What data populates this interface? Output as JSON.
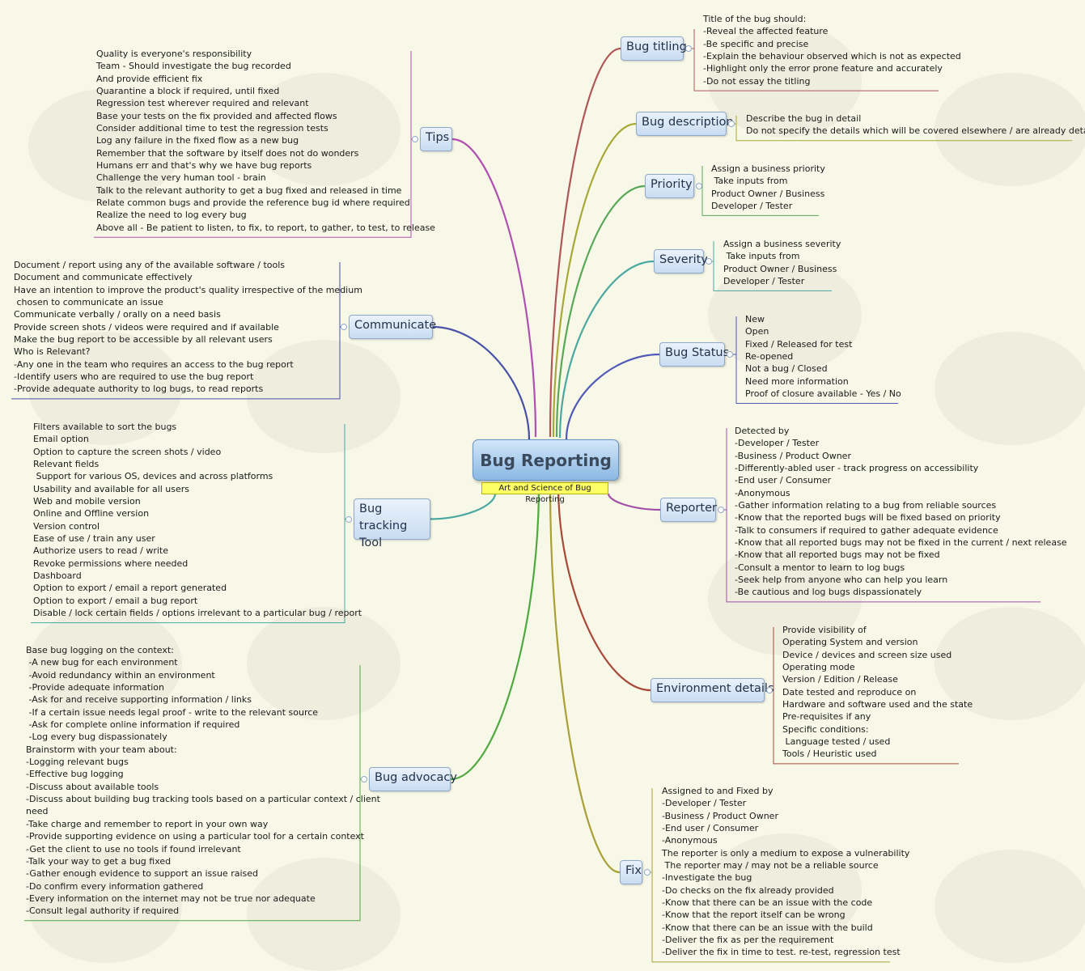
{
  "central": {
    "title": "Bug Reporting",
    "subtitle": "Art and Science of Bug Reporting"
  },
  "branches": [
    {
      "key": "bug-titling",
      "label": "Bug titling",
      "color": "#b05858",
      "notes": [
        "Title of the bug should:",
        "-Reveal the affected feature",
        "-Be specific and precise",
        "-Explain the behaviour observed which is not as expected",
        "-Highlight only the error prone feature and accurately",
        "-Do not essay the titling"
      ]
    },
    {
      "key": "bug-description",
      "label": "Bug description",
      "color": "#a8a838",
      "notes": [
        "Describe the bug in detail",
        "Do not specify the details which will be covered elsewhere / are already detailed"
      ]
    },
    {
      "key": "priority",
      "label": "Priority",
      "color": "#58a858",
      "notes": [
        "Assign a business priority",
        " Take inputs from",
        "Product Owner / Business",
        "Developer / Tester"
      ]
    },
    {
      "key": "severity",
      "label": "Severity",
      "color": "#4aa8a0",
      "notes": [
        "Assign a business severity",
        " Take inputs from",
        "Product Owner / Business",
        "Developer / Tester"
      ]
    },
    {
      "key": "bug-status",
      "label": "Bug Status",
      "color": "#5058b8",
      "notes": [
        "New",
        "Open",
        "Fixed / Released for test",
        "Re-opened",
        "Not a bug / Closed",
        "Need more information",
        "Proof of closure available - Yes / No"
      ]
    },
    {
      "key": "reporter",
      "label": "Reporter",
      "color": "#a050a8",
      "notes": [
        "Detected by",
        "-Developer / Tester",
        "-Business / Product Owner",
        "-Differently-abled user - track progress on accessibility",
        "-End user / Consumer",
        "-Anonymous",
        "-Gather information relating to a bug from reliable sources",
        "-Know that the reported bugs will be fixed based on priority",
        "-Talk to consumers if required to gather adequate evidence",
        "-Know that all reported bugs may not be fixed in the current / next release",
        "-Know that all reported bugs may not be fixed",
        "-Consult a mentor to learn to log bugs",
        "-Seek help from anyone who can help you learn",
        "-Be cautious and log bugs dispassionately"
      ]
    },
    {
      "key": "environment-details",
      "label": "Environment details",
      "color": "#a84838",
      "notes": [
        "Provide visibility of",
        "Operating System and version",
        "Device / devices and screen size used",
        "Operating mode",
        "Version / Edition / Release",
        "Date tested and reproduce on",
        "Hardware and software used and the state",
        "Pre-requisites if any",
        "Specific conditions:",
        " Language tested / used",
        "Tools / Heuristic used"
      ]
    },
    {
      "key": "fix",
      "label": "Fix",
      "color": "#a8a038",
      "notes": [
        "Assigned to and Fixed by",
        "-Developer / Tester",
        "-Business / Product Owner",
        "-End user / Consumer",
        "-Anonymous",
        "The reporter is only a medium to expose a vulnerability",
        " The reporter may / may not be a reliable source",
        "-Investigate the bug",
        "-Do checks on the fix already provided",
        "-Know that there can be an issue with the code",
        "-Know that the report itself can be wrong",
        "-Know that there can be an issue with the build",
        "-Deliver the fix as per the requirement",
        "-Deliver the fix in time to test. re-test, regression test"
      ]
    },
    {
      "key": "bug-advocacy",
      "label": "Bug advocacy",
      "color": "#50a840",
      "notes": [
        "Base bug logging on the context:",
        " -A new bug for each environment",
        " -Avoid redundancy within an environment",
        " -Provide adequate information",
        " -Ask for and receive supporting information / links",
        " -If a certain issue needs legal proof - write to the relevant source",
        " -Ask for complete online information if required",
        " -Log every bug dispassionately",
        "Brainstorm with your team about:",
        "-Logging relevant bugs",
        "-Effective bug logging",
        "-Discuss about available tools",
        "-Discuss about building bug tracking tools based on a particular context / client",
        "need",
        "-Take charge and remember to report in your own way",
        "-Provide supporting evidence on using a particular tool for a certain context",
        "-Get the client to use no tools if found irrelevant",
        "-Talk your way to get a bug fixed",
        "-Gather enough evidence to support an issue raised",
        "-Do confirm every information gathered",
        "-Every information on the internet may not be true nor adequate",
        "-Consult legal authority if required"
      ]
    },
    {
      "key": "bug-tracking-tool",
      "label": "Bug tracking Tool",
      "color": "#48a8a0",
      "notes": [
        "Filters available to sort the bugs",
        "Email option",
        "Option to capture the screen shots / video",
        "Relevant fields",
        " Support for various OS, devices and across platforms",
        "Usability and available for all users",
        "Web and mobile version",
        "Online and Offline version",
        "Version control",
        "Ease of use / train any user",
        "Authorize users to read / write",
        "Revoke permissions where needed",
        "Dashboard",
        "Option to export / email a report generated",
        "Option to export / email a bug report",
        "Disable / lock certain fields / options irrelevant to a particular bug / report"
      ]
    },
    {
      "key": "communicate",
      "label": "Communicate",
      "color": "#4850a8",
      "notes": [
        "Document / report using any of the available software / tools",
        "Document and communicate effectively",
        "Have an intention to improve the product's quality irrespective of the medium",
        " chosen to communicate an issue",
        "Communicate verbally / orally on a need basis",
        "Provide screen shots / videos were required and if available",
        "Make the bug report to be accessible by all relevant users",
        "Who is Relevant?",
        "-Any one in the team who requires an access to the bug report",
        "-Identify users who are required to use the bug report",
        "-Provide adequate authority to log bugs, to read reports"
      ]
    },
    {
      "key": "tips",
      "label": "Tips",
      "color": "#b050b0",
      "notes": [
        "Quality is everyone's responsibility",
        "Team - Should investigate the bug recorded",
        "And provide efficient fix",
        "Quarantine a block if required, until fixed",
        "Regression test wherever required and relevant",
        "Base your tests on the fix provided and affected flows",
        "Consider additional time to test the regression tests",
        "Log any failure in the fixed flow as a new bug",
        "Remember that the software by itself does not do wonders",
        "Humans err and that's why we have bug reports",
        "Challenge the very human tool - brain",
        "Talk to the relevant authority to get a bug fixed and released in time",
        "Relate common bugs and provide the reference bug id where required",
        "Realize the need to log every bug",
        "Above all - Be patient to listen, to fix, to report, to gather, to test, to release"
      ]
    }
  ]
}
